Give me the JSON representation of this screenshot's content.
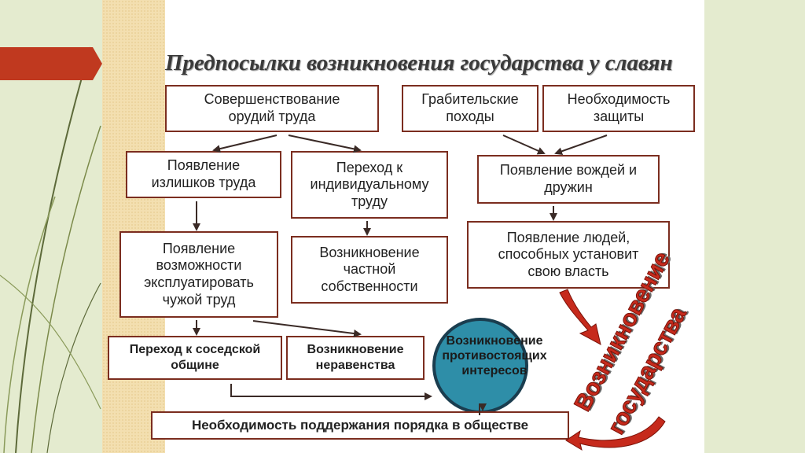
{
  "title": "Предпосылки возникновения государства у славян",
  "boxes": {
    "tools": [
      "Совершенствование",
      "орудий труда"
    ],
    "raids": [
      "Грабительские",
      "походы"
    ],
    "protection": [
      "Необходимость",
      "защиты"
    ],
    "surplus": [
      "Появление",
      "излишков труда"
    ],
    "individual": [
      "Переход к",
      "индивидуальному",
      "труду"
    ],
    "leaders": [
      "Появление вождей и",
      "дружин"
    ],
    "exploit": [
      "Появление",
      "возможности",
      "эксплуатировать",
      "чужой труд"
    ],
    "private": [
      "Возникновение",
      "частной",
      "собственности"
    ],
    "power": [
      "Появление людей,",
      "способных установит",
      "свою власть"
    ],
    "neighbor": [
      "Переход к соседской",
      "общине"
    ],
    "inequality": [
      "Возникновение",
      "неравенства"
    ],
    "opposing": [
      "Возникновение",
      "противостоящих",
      "интересов"
    ],
    "order": "Необходимость поддержания порядка в обществе"
  },
  "wordart": {
    "line1": "Возникновение",
    "line2": "государства"
  },
  "colors": {
    "box_border": "#7b2d1f",
    "circle_fill": "#2e8ea8",
    "ribbon": "#c0391f",
    "wordart": "#c62a1c",
    "paper": "#f3dfb0"
  }
}
